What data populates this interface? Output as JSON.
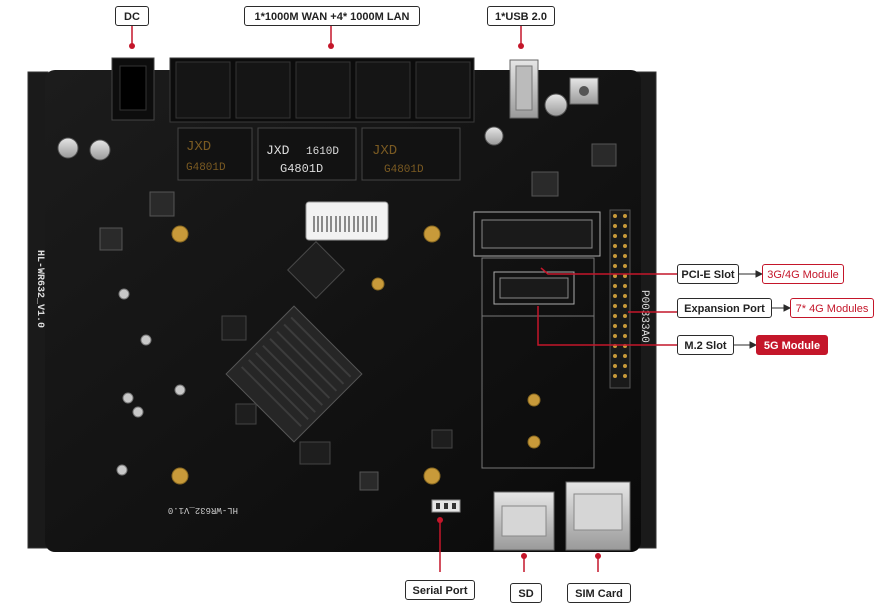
{
  "top_labels": {
    "dc": "DC",
    "ports": "1*1000M WAN +4* 1000M LAN",
    "usb": "1*USB 2.0"
  },
  "side_labels": {
    "pcie": "PCI-E Slot",
    "expansion": "Expansion Port",
    "m2": "M.2 Slot"
  },
  "modules": {
    "pcie": "3G/4G Module",
    "expansion": "7* 4G Modules",
    "m2": "5G Module"
  },
  "bottom_labels": {
    "serial": "Serial Port",
    "sd": "SD",
    "sim": "SIM Card"
  },
  "board_silkscreen": {
    "model_vertical": "HL-WR632_V1.0",
    "model_bottom": "HL-WR632_V1.0",
    "header_code": "P00333A0",
    "transformer_1_brand": "JXD",
    "transformer_1_code": "G4801D",
    "transformer_2_brand": "JXD",
    "transformer_2_part": "1610D",
    "transformer_2_code": "G4801D",
    "transformer_3_brand": "JXD",
    "transformer_3_code": "G4801D"
  },
  "colors": {
    "accent_red": "#c4162a",
    "board": "#111111",
    "leader_line": "#c4162a"
  }
}
